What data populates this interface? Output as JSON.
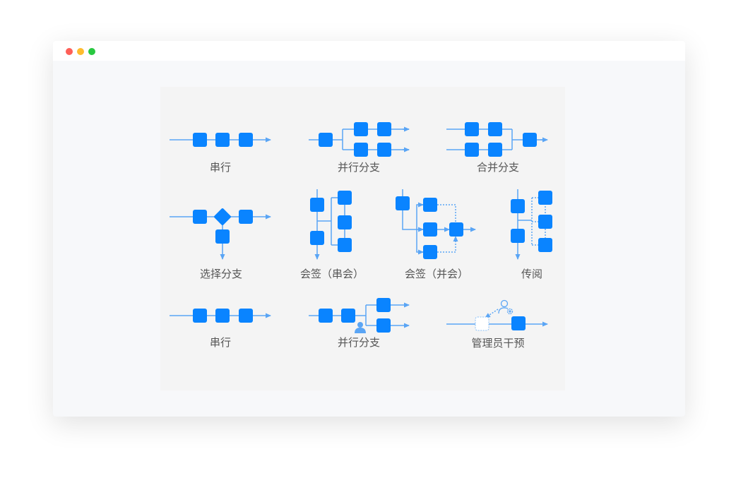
{
  "window": {
    "controls": [
      "close",
      "minimize",
      "maximize"
    ],
    "colors": {
      "close": "#fe5f57",
      "minimize": "#febc2e",
      "maximize": "#28c840"
    }
  },
  "diagrams": {
    "serial_1": "串行",
    "parallel_branch_1": "并行分支",
    "merge_branch": "合并分支",
    "choice_branch": "选择分支",
    "countersign_serial": "会签（串会）",
    "countersign_parallel": "会签（并会）",
    "circulate": "传阅",
    "serial_2": "串行",
    "parallel_branch_2": "并行分支",
    "admin_intervene": "管理员干预"
  },
  "colors": {
    "node": "#0a84ff",
    "line": "#5aa5f5",
    "label": "#555555"
  }
}
